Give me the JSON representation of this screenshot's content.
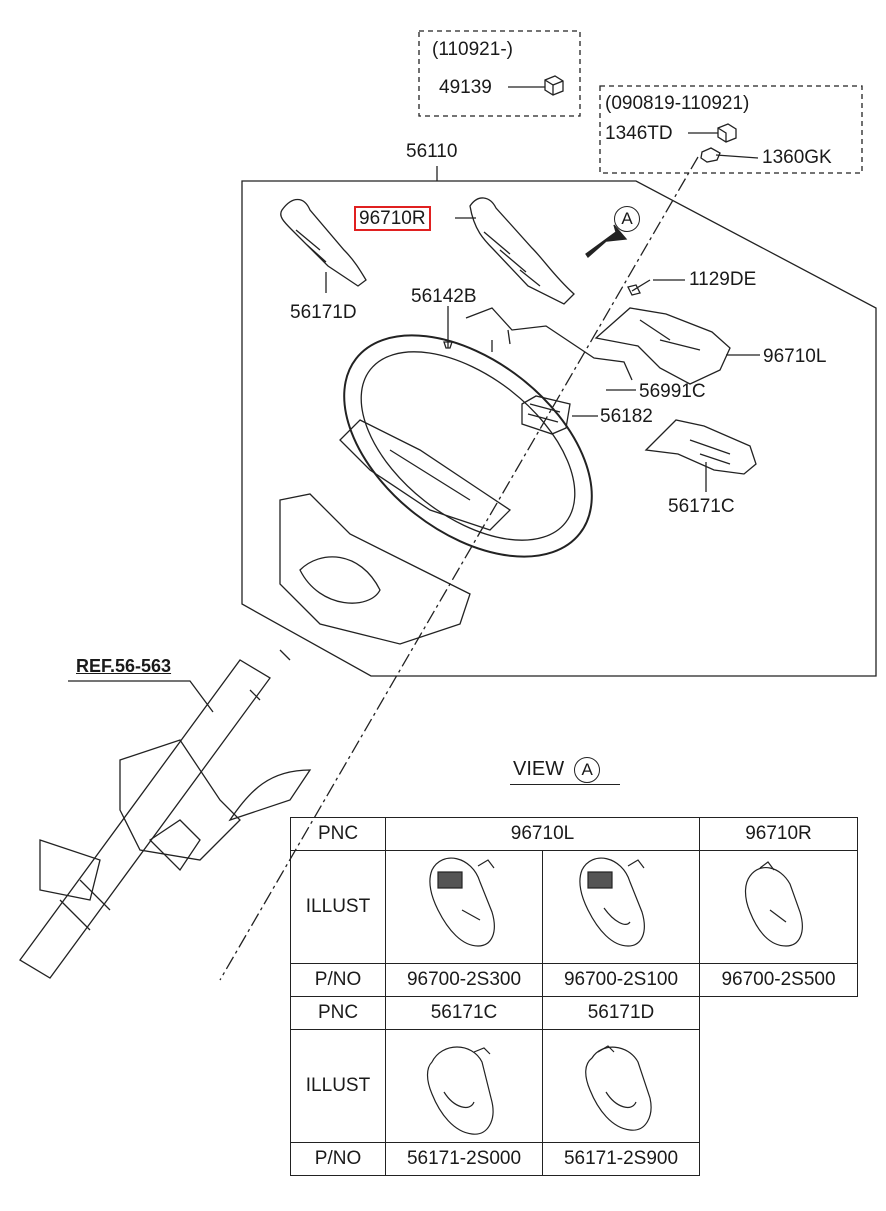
{
  "callouts": {
    "c110921": "(110921-)",
    "p49139": "49139",
    "c090819": "(090819-110921)",
    "p1346TD": "1346TD",
    "p1360GK": "1360GK",
    "p56110": "56110",
    "p96710R": "96710R",
    "arrow_a": "A",
    "p1129DE": "1129DE",
    "p56142B": "56142B",
    "p56171D": "56171D",
    "p96710L": "96710L",
    "p56991C": "56991C",
    "p56182": "56182",
    "p56171C": "56171C",
    "ref": "REF.56-563"
  },
  "view": {
    "label": "VIEW",
    "marker": "A"
  },
  "table": {
    "row1": {
      "pnc": "PNC",
      "illust": "ILLUST",
      "pno": "P/NO",
      "pnc_a": "96710L",
      "pnc_b": "96710R",
      "pno_1": "96700-2S300",
      "pno_2": "96700-2S100",
      "pno_3": "96700-2S500"
    },
    "row2": {
      "pnc": "PNC",
      "illust": "ILLUST",
      "pno": "P/NO",
      "pnc_a": "56171C",
      "pnc_b": "56171D",
      "pno_1": "56171-2S000",
      "pno_2": "56171-2S900"
    }
  },
  "colors": {
    "highlight": "#e02020",
    "line": "#222222"
  }
}
